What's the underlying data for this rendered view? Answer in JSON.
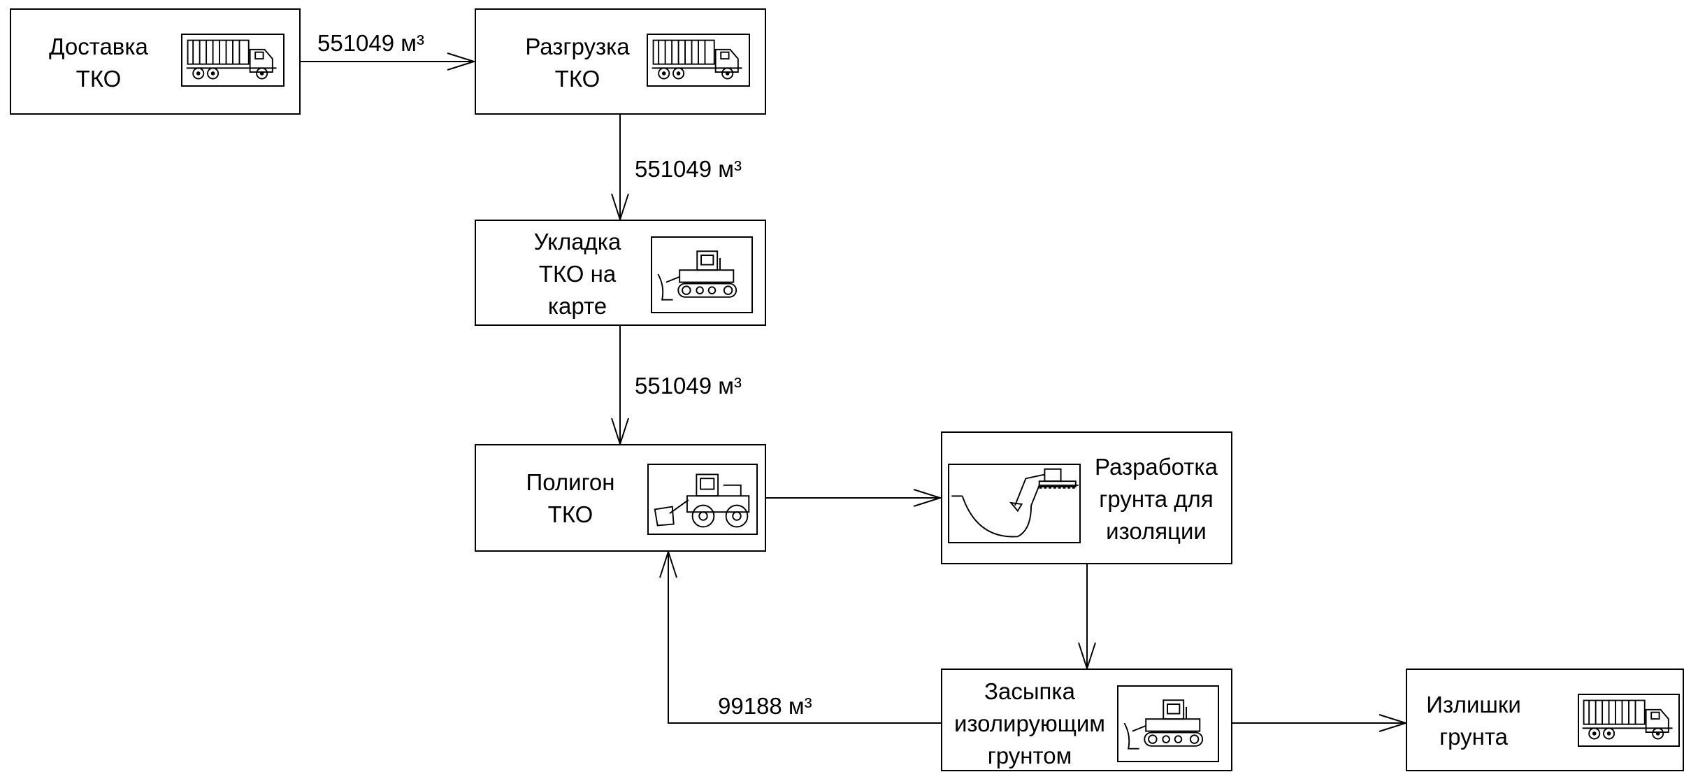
{
  "nodes": {
    "delivery": {
      "lines": [
        "Доставка",
        "ТКО"
      ],
      "icon": "dump-truck-icon"
    },
    "unloading": {
      "lines": [
        "Разгрузка",
        "ТКО"
      ],
      "icon": "dump-truck-icon"
    },
    "placement": {
      "lines": [
        "Укладка",
        "ТКО на",
        "карте"
      ],
      "icon": "bulldozer-icon"
    },
    "landfill": {
      "lines": [
        "Полигон",
        "ТКО"
      ],
      "icon": "wheel-loader-icon"
    },
    "excavation": {
      "lines": [
        "Разработка",
        "грунта для",
        "изоляции"
      ],
      "icon": "excavator-pit-icon"
    },
    "backfill": {
      "lines": [
        "Засыпка",
        "изолирующим",
        "грунтом"
      ],
      "icon": "bulldozer-icon"
    },
    "surplus": {
      "lines": [
        "Излишки",
        "грунта"
      ],
      "icon": "dump-truck-icon"
    }
  },
  "flows": {
    "delivery_to_unloading": "551049 м³",
    "unloading_to_placement": "551049 м³",
    "placement_to_landfill": "551049 м³",
    "backfill_to_landfill": "99188 м³"
  }
}
